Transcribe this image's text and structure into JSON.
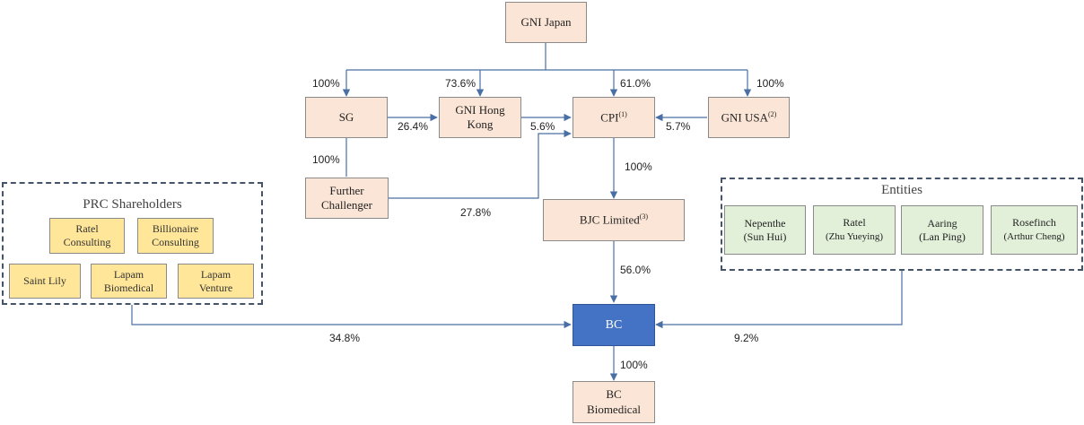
{
  "entities": {
    "gni_japan": "GNI Japan",
    "sg": "SG",
    "gni_hong_kong": [
      "GNI Hong",
      "Kong"
    ],
    "cpi": "CPI",
    "cpi_note": "(1)",
    "gni_usa": "GNI USA",
    "gni_usa_note": "(2)",
    "further_challenger": [
      "Further",
      "Challenger"
    ],
    "bjc_limited": "BJC Limited",
    "bjc_note": "(3)",
    "bc": "BC",
    "bc_biomedical": [
      "BC",
      "Biomedical"
    ]
  },
  "prc_group": {
    "title": "PRC Shareholders",
    "members": {
      "ratel_consulting": [
        "Ratel",
        "Consulting"
      ],
      "billionaire_consulting": [
        "Billionaire",
        "Consulting"
      ],
      "saint_lily": "Saint Lily",
      "lapam_biomedical": [
        "Lapam",
        "Biomedical"
      ],
      "lapam_venture": [
        "Lapam",
        "Venture"
      ]
    }
  },
  "entities_group": {
    "title": "Entities",
    "members": {
      "nepenthe": [
        "Nepenthe",
        "(Sun Hui)"
      ],
      "ratel": [
        "Ratel",
        "(Zhu Yueying)"
      ],
      "aaring": [
        "Aaring",
        "(Lan Ping)"
      ],
      "rosefinch": [
        "Rosefinch",
        "(Arthur Cheng)"
      ]
    }
  },
  "percentages": {
    "japan_sg": "100%",
    "japan_hk": "73.6%",
    "japan_cpi": "61.0%",
    "japan_usa": "100%",
    "sg_hk": "26.4%",
    "hk_cpi": "5.6%",
    "usa_cpi": "5.7%",
    "sg_fc": "100%",
    "cpi_bjc": "100%",
    "fc_cpi": "27.8%",
    "bjc_bc": "56.0%",
    "prc_bc": "34.8%",
    "entities_bc": "9.2%",
    "bc_bcb": "100%"
  },
  "colors": {
    "entity_fill": "#fbe5d6",
    "highlight_fill": "#4472c4",
    "prc_fill": "#ffe699",
    "entities_fill": "#e2f0d9",
    "connector": "#4a6fa5",
    "group_border": "#44546a"
  }
}
